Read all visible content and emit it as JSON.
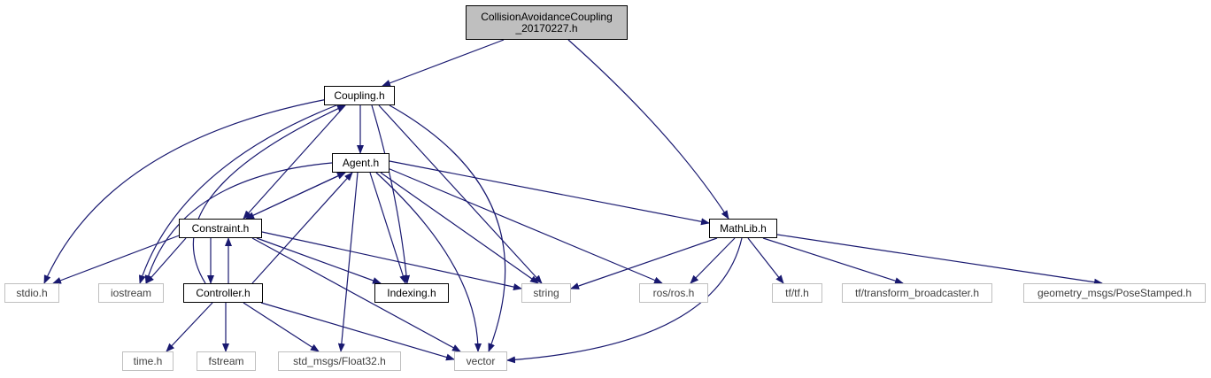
{
  "colors": {
    "edge": "#191970",
    "box_border": "#000000",
    "external_border": "#bfbfbf",
    "root_fill": "#bfbfbf"
  },
  "nodes": {
    "root": {
      "line1": "CollisionAvoidanceCoupling",
      "line2": "_20170227.h"
    },
    "coupling": {
      "label": "Coupling.h"
    },
    "agent": {
      "label": "Agent.h"
    },
    "constraint": {
      "label": "Constraint.h"
    },
    "controller": {
      "label": "Controller.h"
    },
    "mathlib": {
      "label": "MathLib.h"
    },
    "indexing": {
      "label": "Indexing.h"
    },
    "stdio": {
      "label": "stdio.h"
    },
    "iostream": {
      "label": "iostream"
    },
    "string": {
      "label": "string"
    },
    "ros": {
      "label": "ros/ros.h"
    },
    "tf": {
      "label": "tf/tf.h"
    },
    "tfbroadcaster": {
      "label": "tf/transform_broadcaster.h"
    },
    "posestamped": {
      "label": "geometry_msgs/PoseStamped.h"
    },
    "time": {
      "label": "time.h"
    },
    "fstream": {
      "label": "fstream"
    },
    "float32": {
      "label": "std_msgs/Float32.h"
    },
    "vector": {
      "label": "vector"
    }
  }
}
